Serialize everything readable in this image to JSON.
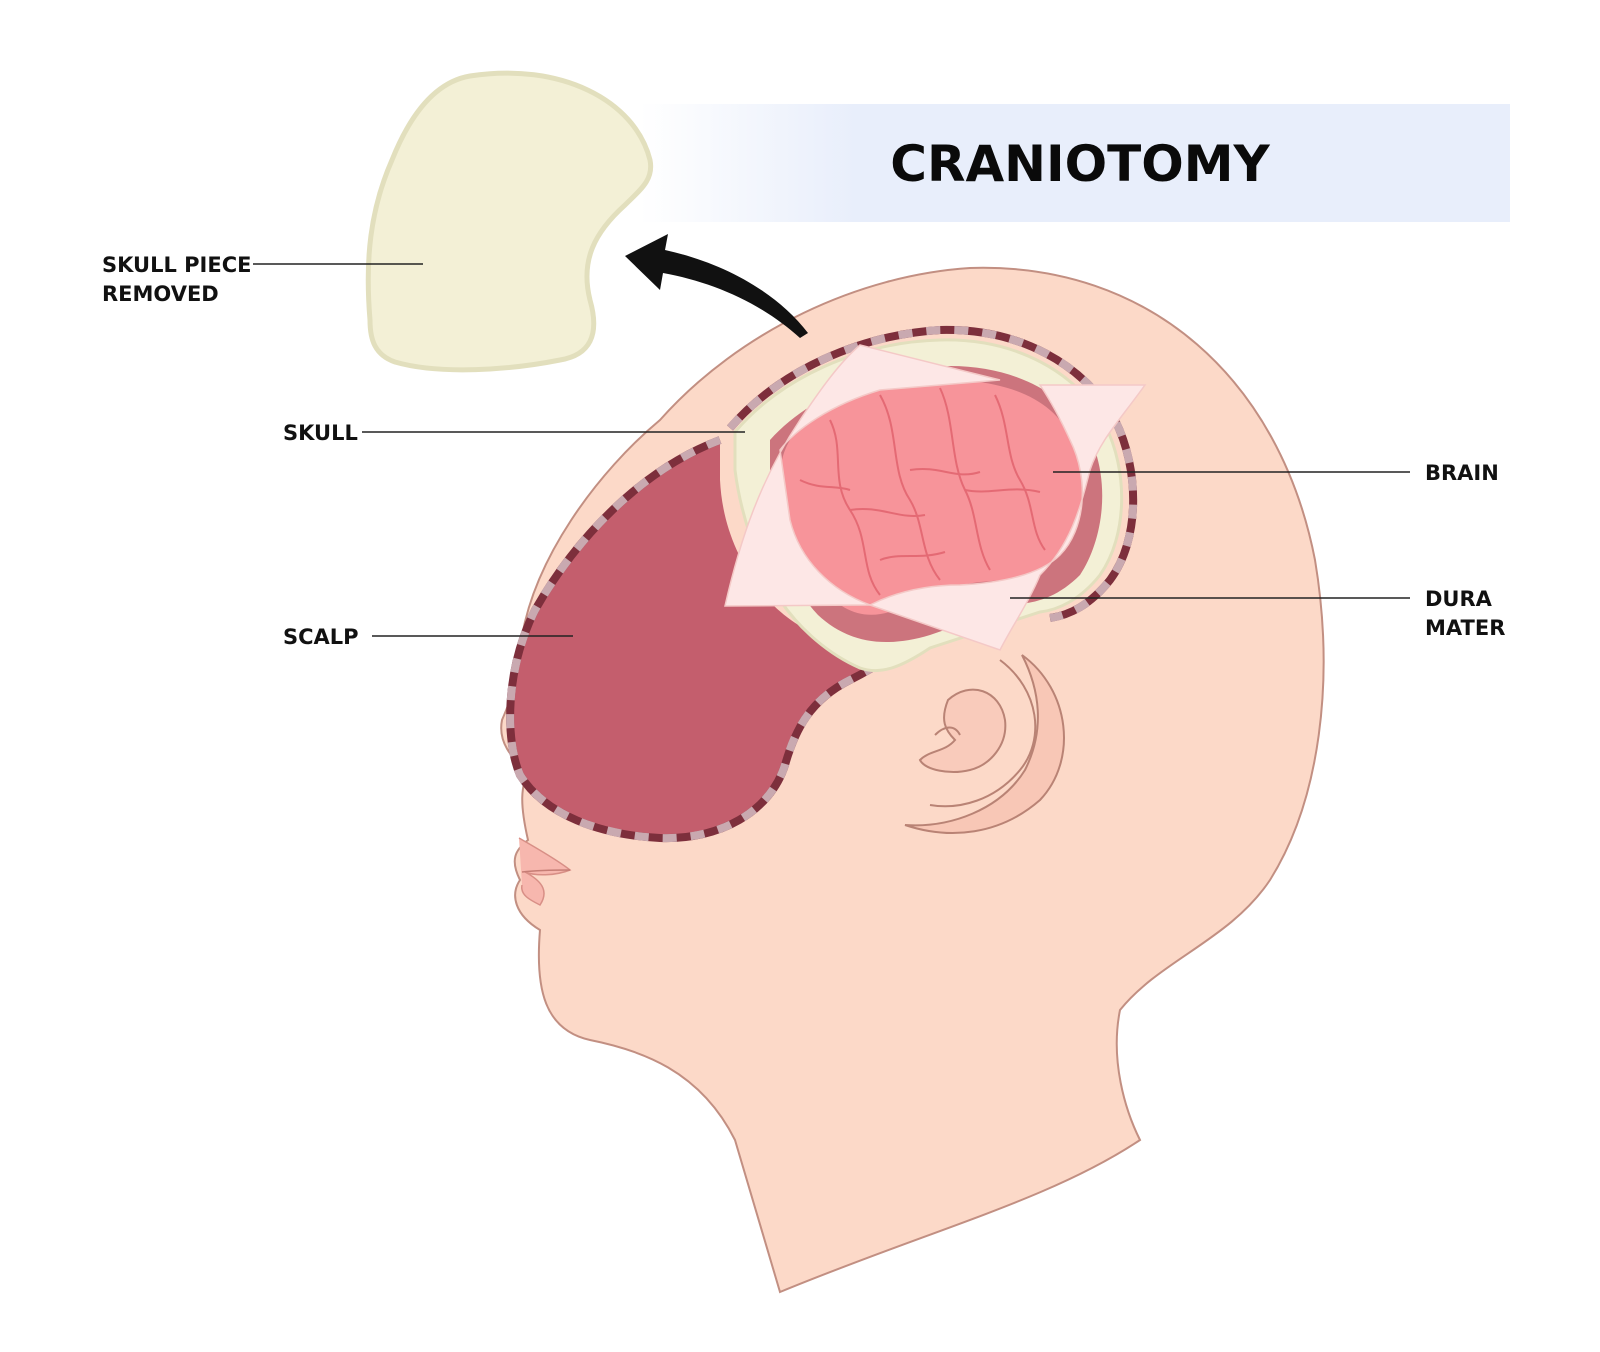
{
  "title": "CRANIOTOMY",
  "labels": {
    "skull_piece": [
      "SKULL PIECE",
      "REMOVED"
    ],
    "skull": "SKULL",
    "scalp": "SCALP",
    "brain": "BRAIN",
    "dura_mater": [
      "DURA",
      "MATER"
    ]
  },
  "colors": {
    "skin": "#fcd9c8",
    "skin_outline": "#c28f82",
    "scalp": "#c45e6d",
    "scalp_dash_dark": "#7d2f3c",
    "scalp_dash_light": "#c9a9b0",
    "skull_bone": "#f3f0d6",
    "skull_bone_outline": "#e2dfbd",
    "brain": "#f7949a",
    "brain_vessels": "#e46a74",
    "dura": "#fde7e6",
    "title_band": "#e8eefb",
    "arrow": "#111111"
  }
}
